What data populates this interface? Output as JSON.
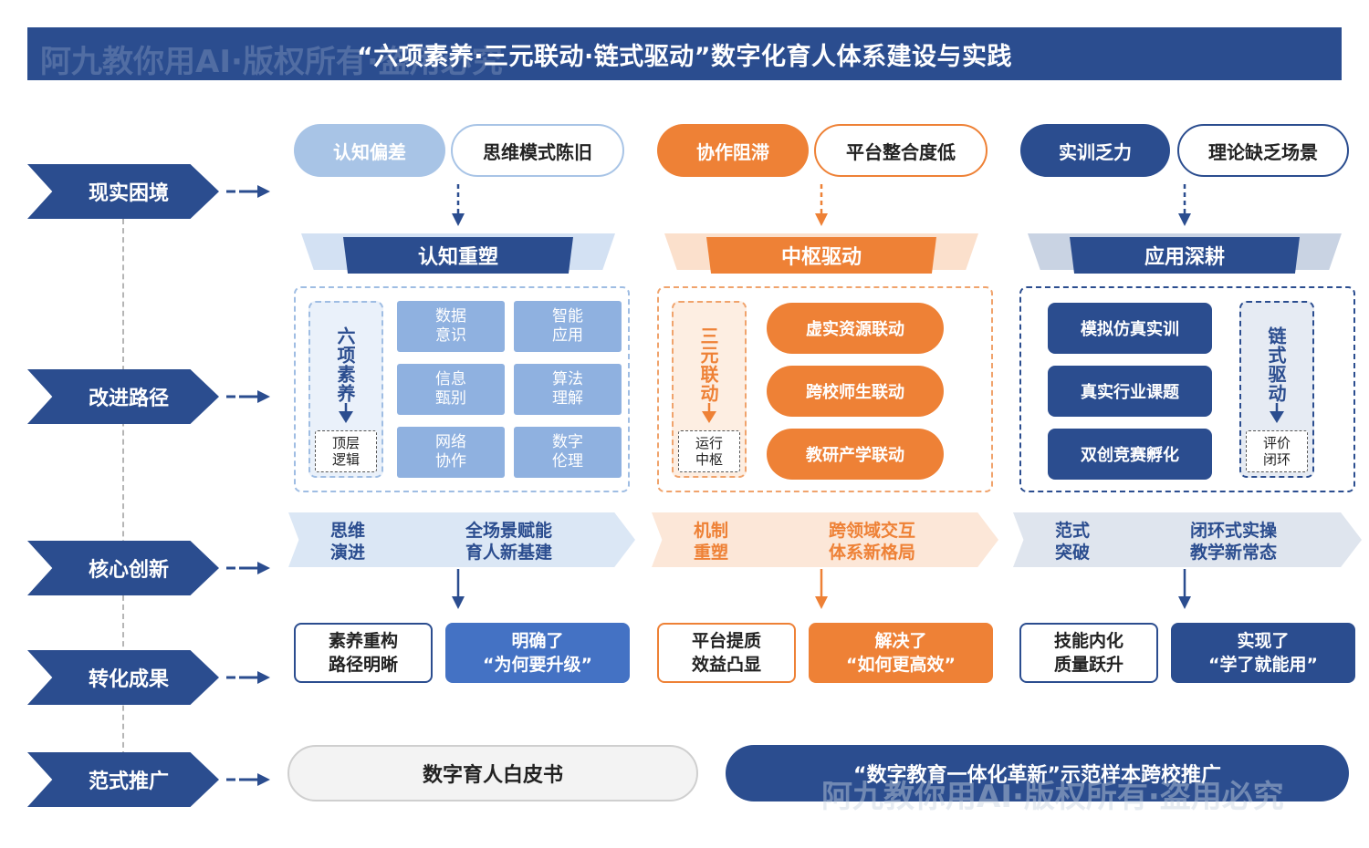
{
  "title": "“六项素养·三元联动·链式驱动”数字化育人体系建设与实践",
  "watermark": "阿九教你用AI·版权所有·盗用必究",
  "colors": {
    "navy": "#2b4d8f",
    "orange": "#ee8136",
    "light_blue": "#8fb1e0",
    "blue": "#4472c4"
  },
  "stages": [
    "现实困境",
    "改进路径",
    "核心创新",
    "转化成果",
    "范式推广"
  ],
  "columns": [
    {
      "problems": [
        "认知偏差",
        "思维模式陈旧"
      ],
      "banner": "认知重塑",
      "side_label": "六项素养",
      "side_sub": "顶层\n逻辑",
      "tiles": [
        "数据\n意识",
        "智能\n应用",
        "信息\n甄别",
        "算法\n理解",
        "网络\n协作",
        "数字\n伦理"
      ],
      "innovation_left": "思维\n演进",
      "innovation_right": "全场景赋能\n育人新基建",
      "result_left": "素养重构\n路径明晰",
      "result_right": "明确了\n“为何要升级”"
    },
    {
      "problems": [
        "协作阻滞",
        "平台整合度低"
      ],
      "banner": "中枢驱动",
      "side_label": "三元联动",
      "side_sub": "运行\n中枢",
      "items": [
        "虚实资源联动",
        "跨校师生联动",
        "教研产学联动"
      ],
      "innovation_left": "机制\n重塑",
      "innovation_right": "跨领域交互\n体系新格局",
      "result_left": "平台提质\n效益凸显",
      "result_right": "解决了\n“如何更高效”"
    },
    {
      "problems": [
        "实训乏力",
        "理论缺乏场景"
      ],
      "banner": "应用深耕",
      "side_label": "链式驱动",
      "side_sub": "评价\n闭环",
      "items": [
        "模拟仿真实训",
        "真实行业课题",
        "双创竞赛孵化"
      ],
      "innovation_left": "范式\n突破",
      "innovation_right": "闭环式实操\n教学新常态",
      "result_left": "技能内化\n质量跃升",
      "result_right": "实现了\n“学了就能用”"
    }
  ],
  "promotion": [
    "数字育人白皮书",
    "“数字教育一体化革新”示范样本跨校推广"
  ]
}
